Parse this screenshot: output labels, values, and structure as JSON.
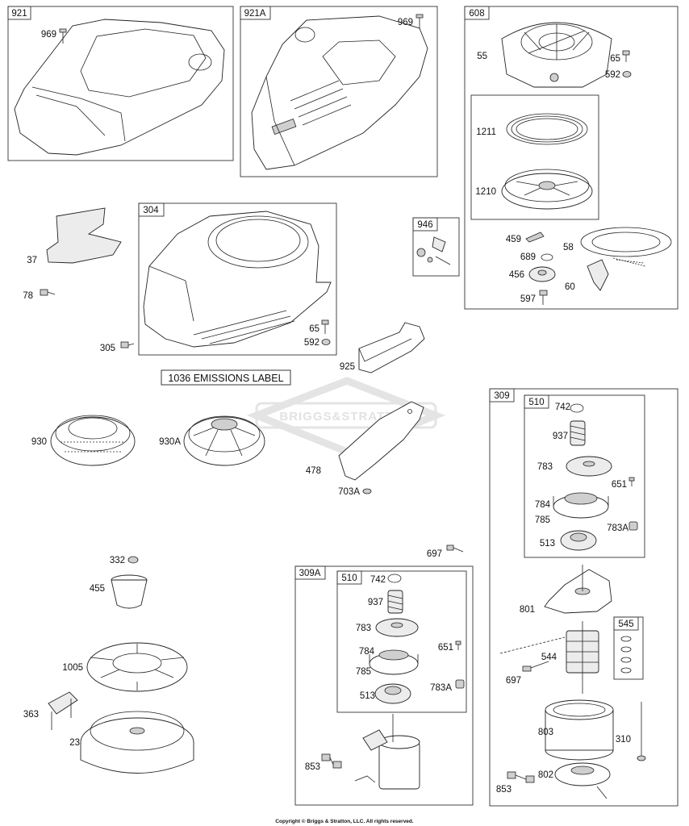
{
  "emissions_label": "1036 EMISSIONS LABEL",
  "copyright": "Copyright © Briggs & Stratton, LLC. All rights reserved.",
  "watermark": "BRIGGS&STRATTON",
  "box_labels": {
    "b921": "921",
    "b921a": "921A",
    "b608": "608",
    "b304": "304",
    "b946": "946",
    "b309": "309",
    "b510a": "510",
    "b545": "545",
    "b309a": "309A",
    "b510b": "510"
  },
  "labels": {
    "p969a": "969",
    "p969b": "969",
    "p55": "55",
    "p65a": "65",
    "p592a": "592",
    "p1211": "1211",
    "p1210": "1210",
    "p459": "459",
    "p58": "58",
    "p689": "689",
    "p456": "456",
    "p60": "60",
    "p597": "597",
    "p37": "37",
    "p78": "78",
    "p305": "305",
    "p65b": "65",
    "p592b": "592",
    "p925": "925",
    "p930": "930",
    "p930a": "930A",
    "p478": "478",
    "p703a": "703A",
    "p742a": "742",
    "p937a": "937",
    "p783a": "783",
    "p651a": "651",
    "p784a": "784",
    "p785a": "785",
    "p783aa": "783A",
    "p513a": "513",
    "p801": "801",
    "p544": "544",
    "p697a": "697",
    "p803": "803",
    "p310": "310",
    "p853a": "853",
    "p802": "802",
    "p697b": "697",
    "p332": "332",
    "p455": "455",
    "p1005": "1005",
    "p363": "363",
    "p23": "23",
    "p742b": "742",
    "p937b": "937",
    "p783b": "783",
    "p651b": "651",
    "p784b": "784",
    "p785b": "785",
    "p783ab": "783A",
    "p513b": "513",
    "p853b": "853"
  }
}
